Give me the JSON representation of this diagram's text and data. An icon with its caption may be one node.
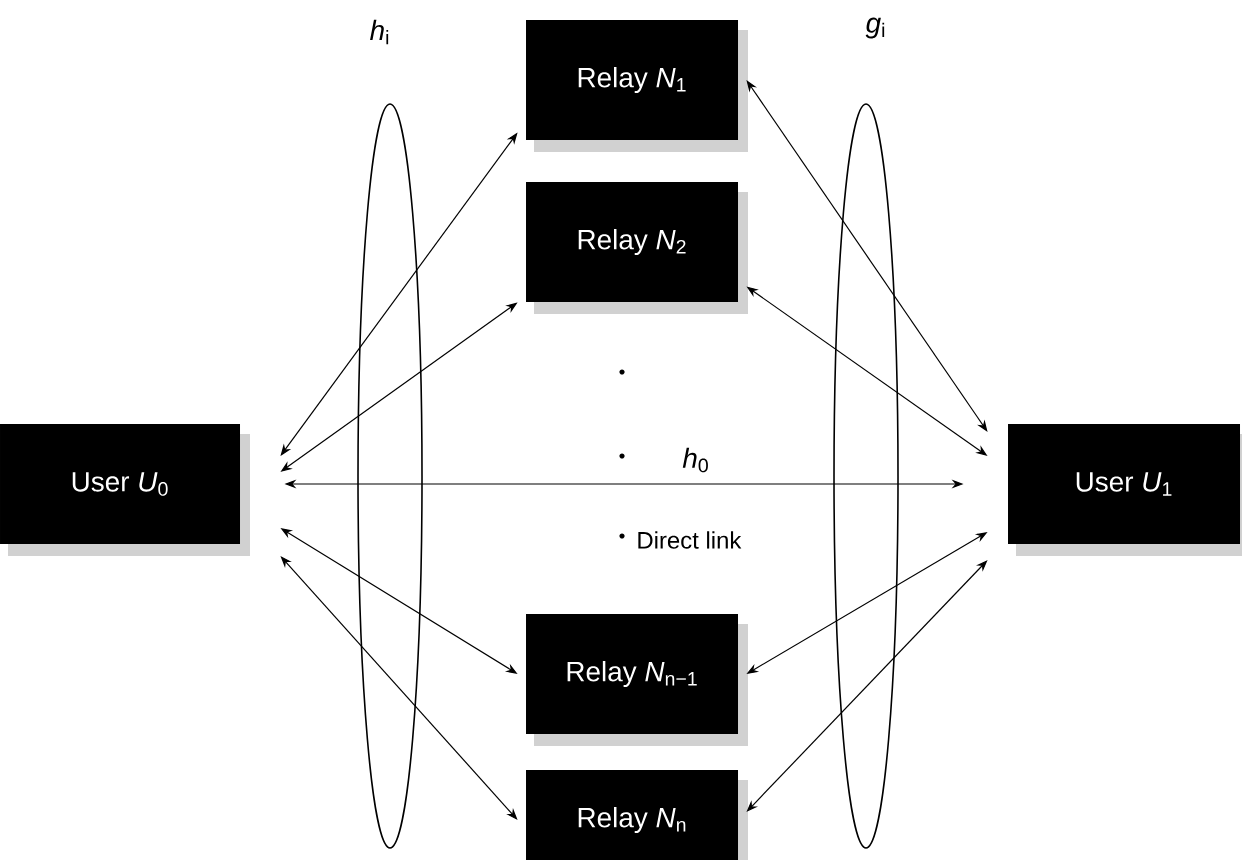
{
  "diagram": {
    "nodes": [
      {
        "text": [
          "User *U*$_{0}$"
        ]
      },
      {
        "text": [
          "Relay *N*$_{1}$"
        ]
      },
      {
        "text": [
          "Relay *N*$_{2}$"
        ]
      },
      {
        "text": [
          "Relay *N*$_{n−1}$"
        ]
      },
      {
        "text": [
          "Relay *N*$_{n}$"
        ]
      },
      {
        "text": [
          "User *U*$_{1}$"
        ]
      }
    ],
    "edges": [
      {
        "from": 0,
        "to": 1,
        "arrow": "both"
      },
      {
        "from": 0,
        "to": 2,
        "arrow": "both"
      },
      {
        "from": 0,
        "to": 3,
        "arrow": "both"
      },
      {
        "from": 0,
        "to": 4,
        "arrow": "both"
      },
      {
        "from": 1,
        "to": 5,
        "arrow": "both"
      },
      {
        "from": 2,
        "to": 5,
        "arrow": "both"
      },
      {
        "from": 3,
        "to": 5,
        "arrow": "both"
      },
      {
        "from": 4,
        "to": 5,
        "arrow": "both"
      },
      {
        "from": 0,
        "to": 5,
        "arrow": "both",
        "label": "Direct link"
      }
    ],
    "labels": [
      "*h*$_{i}$",
      "*g*$_{i}$",
      "*h*$_{0}$"
    ]
  }
}
